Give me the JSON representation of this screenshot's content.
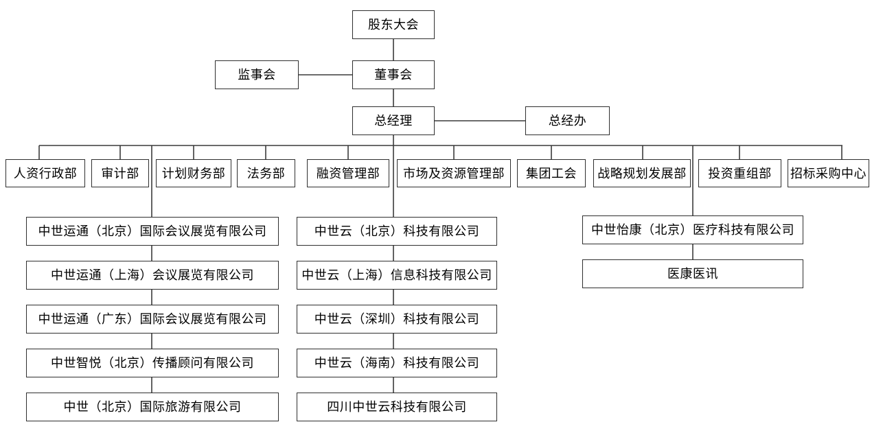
{
  "org_chart": {
    "top": {
      "shareholders_meeting": "股东大会",
      "supervisory_board": "监事会",
      "board_of_directors": "董事会",
      "general_manager": "总经理",
      "general_manager_office": "总经办"
    },
    "departments": [
      "人资行政部",
      "审计部",
      "计划财务部",
      "法务部",
      "融资管理部",
      "市场及资源管理部",
      "集团工会",
      "战略规划发展部",
      "投资重组部",
      "招标采购中心"
    ],
    "subsidiary_groups": [
      {
        "companies": [
          "中世运通（北京）国际会议展览有限公司",
          "中世运通（上海）会议展览有限公司",
          "中世运通（广东）国际会议展览有限公司",
          "中世智悦（北京）传播顾问有限公司",
          "中世（北京）国际旅游有限公司"
        ]
      },
      {
        "companies": [
          "中世云（北京）科技有限公司",
          "中世云（上海）信息科技有限公司",
          "中世云（深圳）科技有限公司",
          "中世云（海南）科技有限公司",
          "四川中世云科技有限公司"
        ]
      },
      {
        "companies": [
          "中世怡康（北京）医疗科技有限公司",
          "医康医讯"
        ]
      }
    ],
    "colors": {
      "background": "#ffffff",
      "box_border": "#2e2e2e",
      "connector": "#3a3a3a",
      "text": "#000000"
    }
  }
}
